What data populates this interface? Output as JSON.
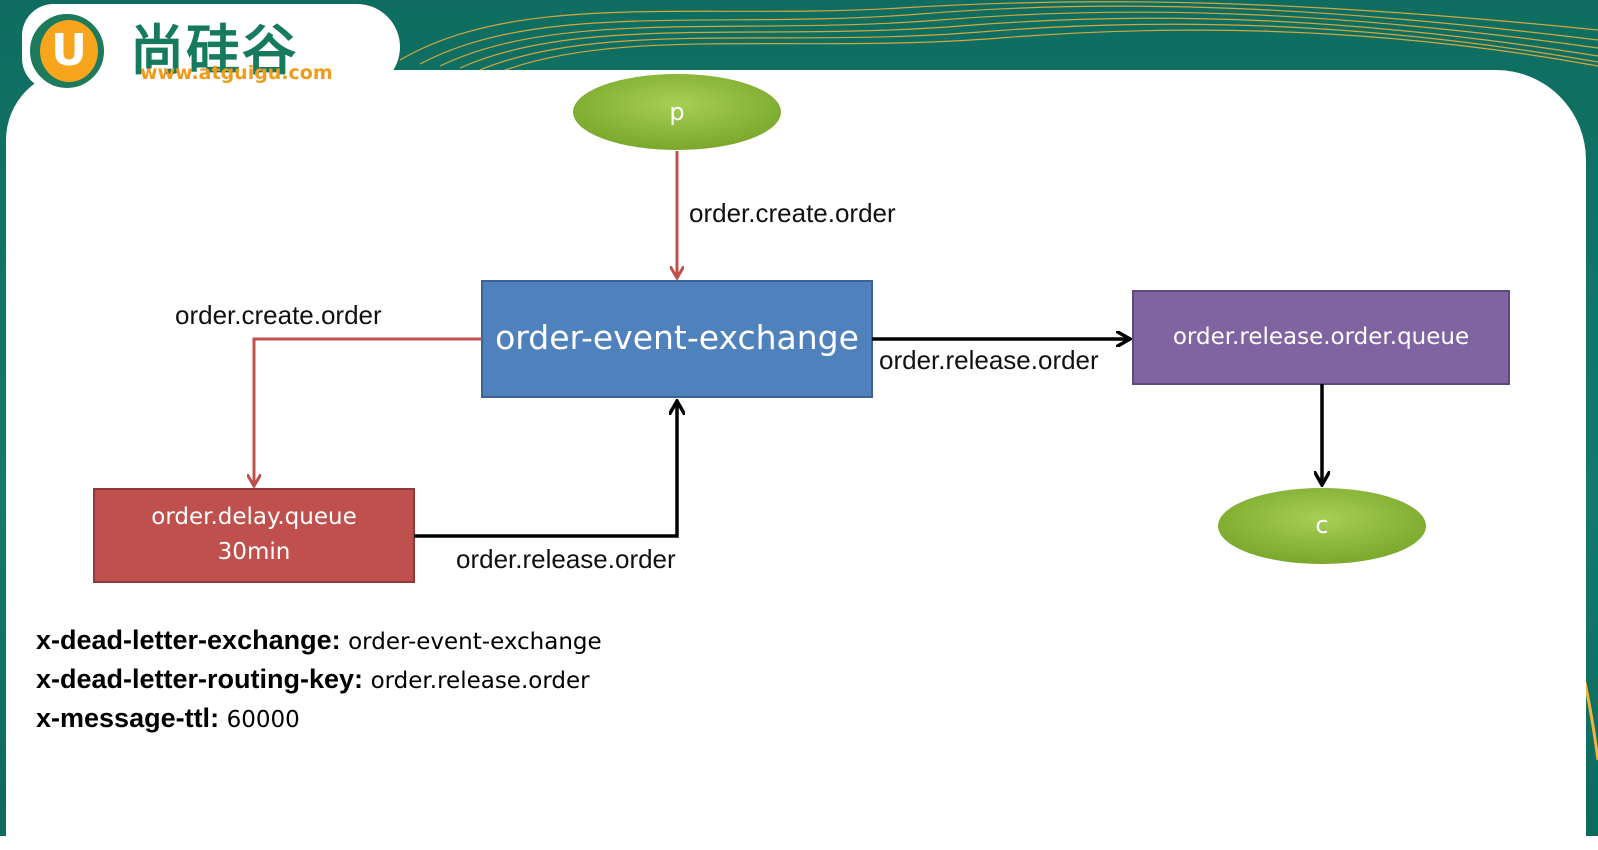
{
  "header": {
    "logo_letter": "U",
    "brand_name": "尚硅谷",
    "brand_url": "www.atguigu.com"
  },
  "diagram": {
    "nodes": {
      "producer": "p",
      "exchange": "order-event-exchange",
      "release_queue": "order.release.order.queue",
      "delay_queue_name": "order.delay.queue",
      "delay_queue_ttl": "30min",
      "consumer": "c"
    },
    "edges": {
      "producer_to_exchange": "order.create.order",
      "exchange_to_delay": "order.create.order",
      "exchange_to_release": "order.release.order",
      "delay_to_exchange": "order.release.order"
    }
  },
  "arguments": [
    {
      "key": "x-dead-letter-exchange:",
      "value": "order-event-exchange"
    },
    {
      "key": "x-dead-letter-routing-key:",
      "value": "order.release.order"
    },
    {
      "key": "x-message-ttl:",
      "value": "60000"
    }
  ],
  "colors": {
    "header_bg": "#0e6d60",
    "accent_orange": "#f6a51c",
    "exchange_fill": "#4f81bd",
    "release_queue_fill": "#8064a2",
    "delay_queue_fill": "#c0504d",
    "ellipse_fill": "#8cb83a",
    "red_arrow": "#c0504d",
    "black_arrow": "#000000"
  }
}
